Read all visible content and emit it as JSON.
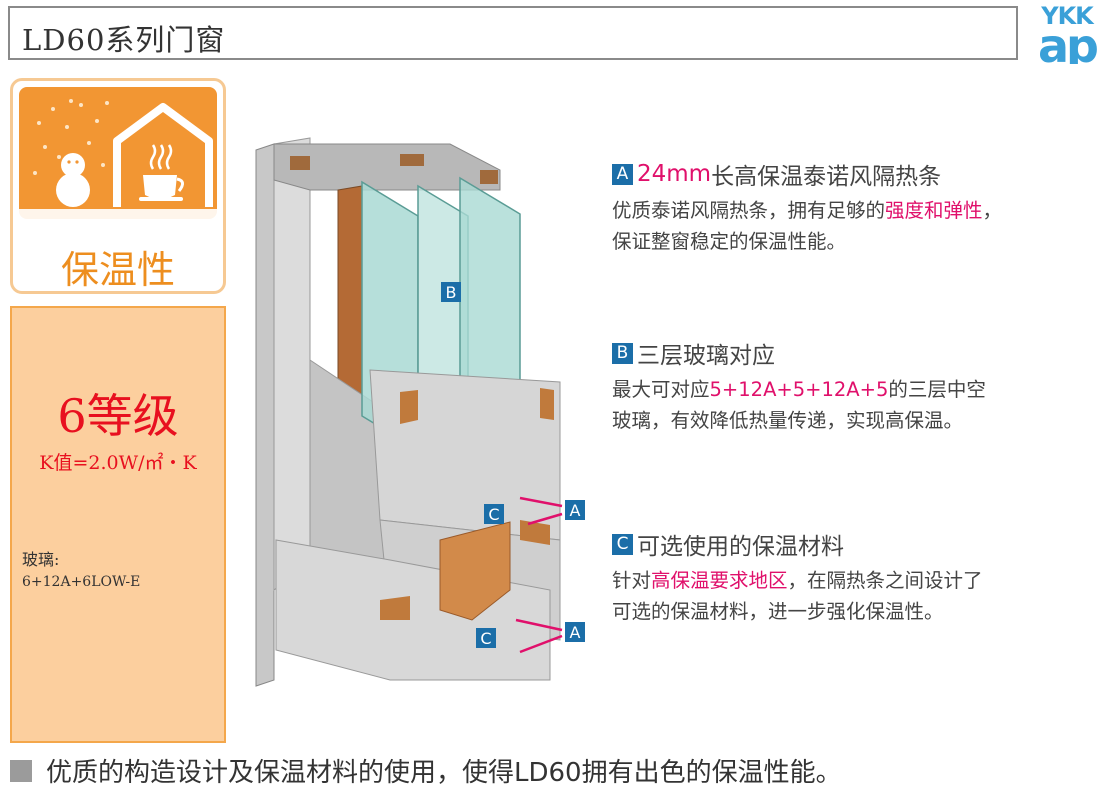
{
  "header": {
    "title": "LD60系列门窗",
    "logo_top": "YKK",
    "logo_bottom": "ap"
  },
  "icon": {
    "name": "house-snowman-cup-icon",
    "label": "保温性"
  },
  "grade": {
    "title": "6等级",
    "k_value": "K值=2.0W/㎡・K",
    "glass_label": "玻璃:",
    "glass_value": "6+12A+6LOW-E"
  },
  "diagram": {
    "label_a": "A",
    "label_b": "B",
    "label_c": "C"
  },
  "features": {
    "a": {
      "badge": "A",
      "title_hl": "24mm",
      "title_rest": "长高保温泰诺风隔热条",
      "desc_1": "优质泰诺风隔热条，拥有足够的",
      "desc_hl": "强度和弹性",
      "desc_2": "，",
      "desc_3": "保证整窗稳定的保温性能。"
    },
    "b": {
      "badge": "B",
      "title": "三层玻璃对应",
      "desc_1": "最大可对应",
      "desc_hl": "5+12A+5+12A+5",
      "desc_2": "的三层中空",
      "desc_3": "玻璃，有效降低热量传递，实现高保温。"
    },
    "c": {
      "badge": "C",
      "title": "可选使用的保温材料",
      "desc_1": "针对",
      "desc_hl": "高保温要求地区",
      "desc_2": "，在隔热条之间设计了",
      "desc_3": "可选的保温材料，进一步强化保温性。"
    }
  },
  "footer": {
    "text": "优质的构造设计及保温材料的使用，使得LD60拥有出色的保温性能。"
  },
  "colors": {
    "accent_orange": "#f29633",
    "panel_orange": "#fccf9e",
    "highlight": "#e0106b",
    "badge_blue": "#1b6ea8",
    "logo_blue": "#3aa0d8"
  }
}
